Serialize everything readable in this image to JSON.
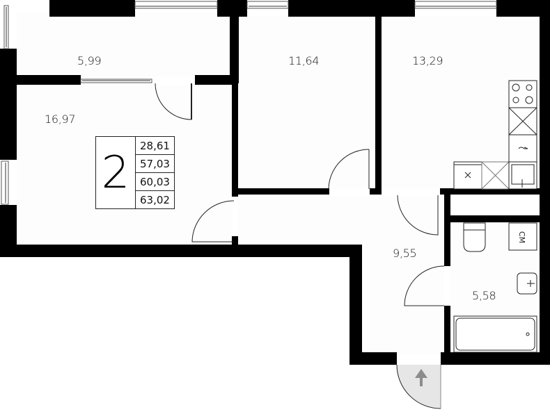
{
  "plan": {
    "rooms": {
      "balcony": {
        "label": "5,99"
      },
      "living_room": {
        "label": "16,97"
      },
      "bedroom": {
        "label": "11,64"
      },
      "kitchen": {
        "label": "13,29"
      },
      "hallway": {
        "label": "9,55"
      },
      "bathroom": {
        "label": "5,58"
      }
    },
    "legend": {
      "room_count": "2",
      "areas": [
        "28,61",
        "57,03",
        "60,03",
        "63,02"
      ]
    },
    "appliances": {
      "washing_machine_label": "СМ"
    },
    "colors": {
      "wall": "#000000",
      "floor": "#ffffff",
      "entrance_fill": "#e6e6e6",
      "entrance_arrow": "#8c8c8c",
      "window_line": "#888888"
    }
  }
}
